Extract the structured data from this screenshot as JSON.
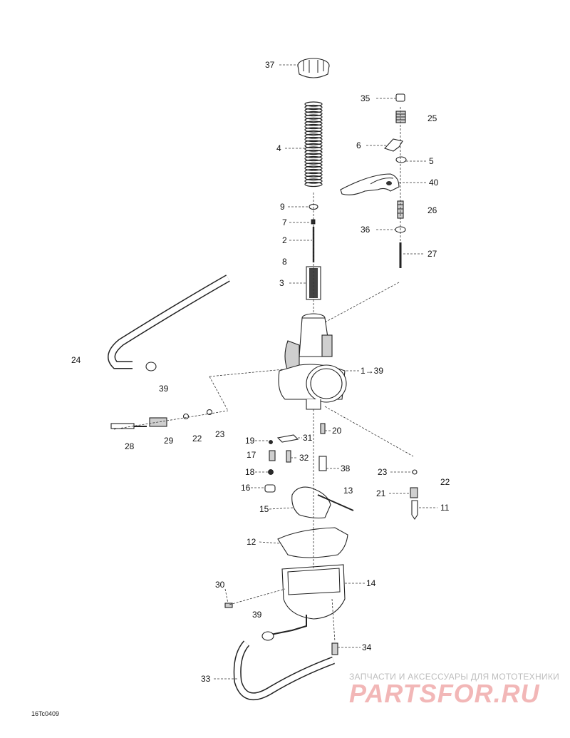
{
  "diagram": {
    "code": "16Tc0409",
    "labels": {
      "p1": "1→39",
      "p2": "2",
      "p3": "3",
      "p4": "4",
      "p5": "5",
      "p6": "6",
      "p7": "7",
      "p8": "8",
      "p9": "9",
      "p11": "11",
      "p12": "12",
      "p13": "13",
      "p14": "14",
      "p15": "15",
      "p16": "16",
      "p17": "17",
      "p18": "18",
      "p19": "19",
      "p20": "20",
      "p21": "21",
      "p22a": "22",
      "p22b": "22",
      "p23a": "23",
      "p23b": "23",
      "p24": "24",
      "p25": "25",
      "p26": "26",
      "p27": "27",
      "p28": "28",
      "p29": "29",
      "p30": "30",
      "p31": "31",
      "p32": "32",
      "p33": "33",
      "p34": "34",
      "p35": "35",
      "p36": "36",
      "p37": "37",
      "p38": "38",
      "p39a": "39",
      "p39b": "39",
      "p40": "40"
    }
  },
  "watermark": {
    "tagline": "ЗАПЧАСТИ И АКСЕССУАРЫ ДЛЯ МОТОТЕХНИКИ",
    "logo": "PARTSFOR.RU"
  }
}
